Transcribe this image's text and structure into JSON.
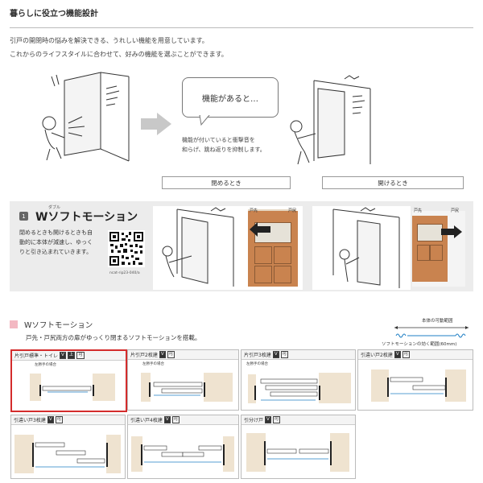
{
  "section": {
    "title": "暮らしに役立つ機能設計",
    "intro_lines": [
      "引戸の開閉時の悩みを解決できる、うれしい機能を用意しています。",
      "これからのライフスタイルに合わせて、好みの機能を選ぶことができます。"
    ]
  },
  "illustration": {
    "bubble_text": "機能があると…",
    "bubble_desc_lines": [
      "機能が付いていると衝撃音を",
      "和らげ、跳ね返りを抑制します。"
    ],
    "close_label": "閉めるとき",
    "open_label": "開けるとき"
  },
  "feature": {
    "number": "1",
    "ruby": "ダブル",
    "title": "Wソフトモーション",
    "desc_lines": [
      "閉めるときも開けるときも自",
      "動的に本体が減速し、ゆっく",
      "りと引き込まれていきます。"
    ],
    "qr_caption": "ncat-rip23-040/a",
    "door_labels": {
      "tosaki": "戸先",
      "tojiri": "戸尻"
    }
  },
  "spec": {
    "title": "Wソフトモーション",
    "subtitle": "戸先・戸尻両方の扉がゆっくり閉まるソフトモーションを搭載。",
    "range_top": "本体の可動範囲",
    "range_bottom": "ソフトモーションの効く範囲(60mm)",
    "cells": [
      {
        "label": "片引戸標準・トイレ",
        "tags": [
          "V",
          "上",
          "可"
        ],
        "note": "左勝手の場合"
      },
      {
        "label": "片引戸2枚建",
        "tags": [
          "V",
          "可"
        ],
        "note": "左勝手の場合"
      },
      {
        "label": "片引戸3枚建",
        "tags": [
          "V",
          "可"
        ],
        "note": "左勝手の場合"
      },
      {
        "label": "引違い戸2枚建",
        "tags": [
          "V",
          "可"
        ],
        "note": ""
      },
      {
        "label": "引違い戸3枚建",
        "tags": [
          "V",
          "可"
        ],
        "note": ""
      },
      {
        "label": "引違い戸4枚建",
        "tags": [
          "V",
          "可"
        ],
        "note": ""
      },
      {
        "label": "引分け戸",
        "tags": [
          "V",
          "可"
        ],
        "note": ""
      }
    ]
  }
}
